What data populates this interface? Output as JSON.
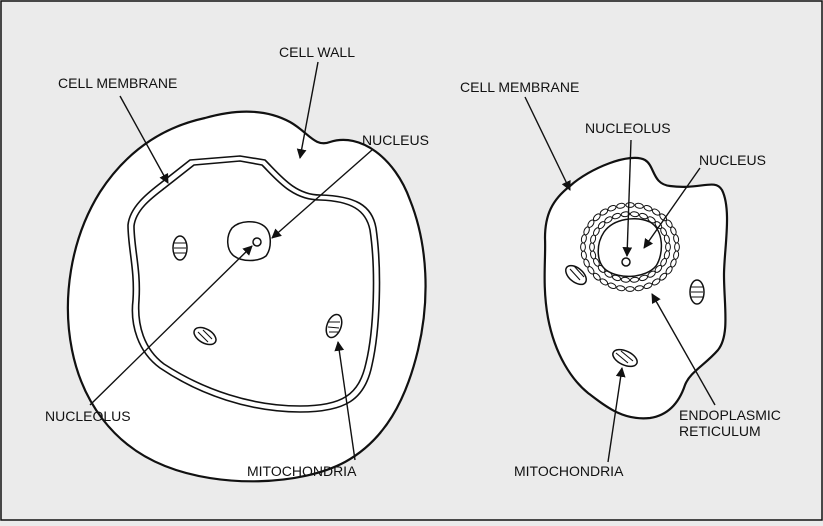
{
  "figure": {
    "plant_cell": {
      "labels": {
        "cell_wall": "CELL WALL",
        "cell_membrane": "CELL MEMBRANE",
        "nucleus": "NUCLEUS",
        "nucleolus": "NUCLEOLUS",
        "mitochondria": "MITOCHONDRIA"
      }
    },
    "animal_cell": {
      "labels": {
        "cell_membrane": "CELL MEMBRANE",
        "nucleolus": "NUCLEOLUS",
        "nucleus": "NUCLEUS",
        "endoplasmic_reticulum_line1": "ENDOPLASMIC",
        "endoplasmic_reticulum_line2": "RETICULUM",
        "mitochondria": "MITOCHONDRIA"
      }
    }
  }
}
